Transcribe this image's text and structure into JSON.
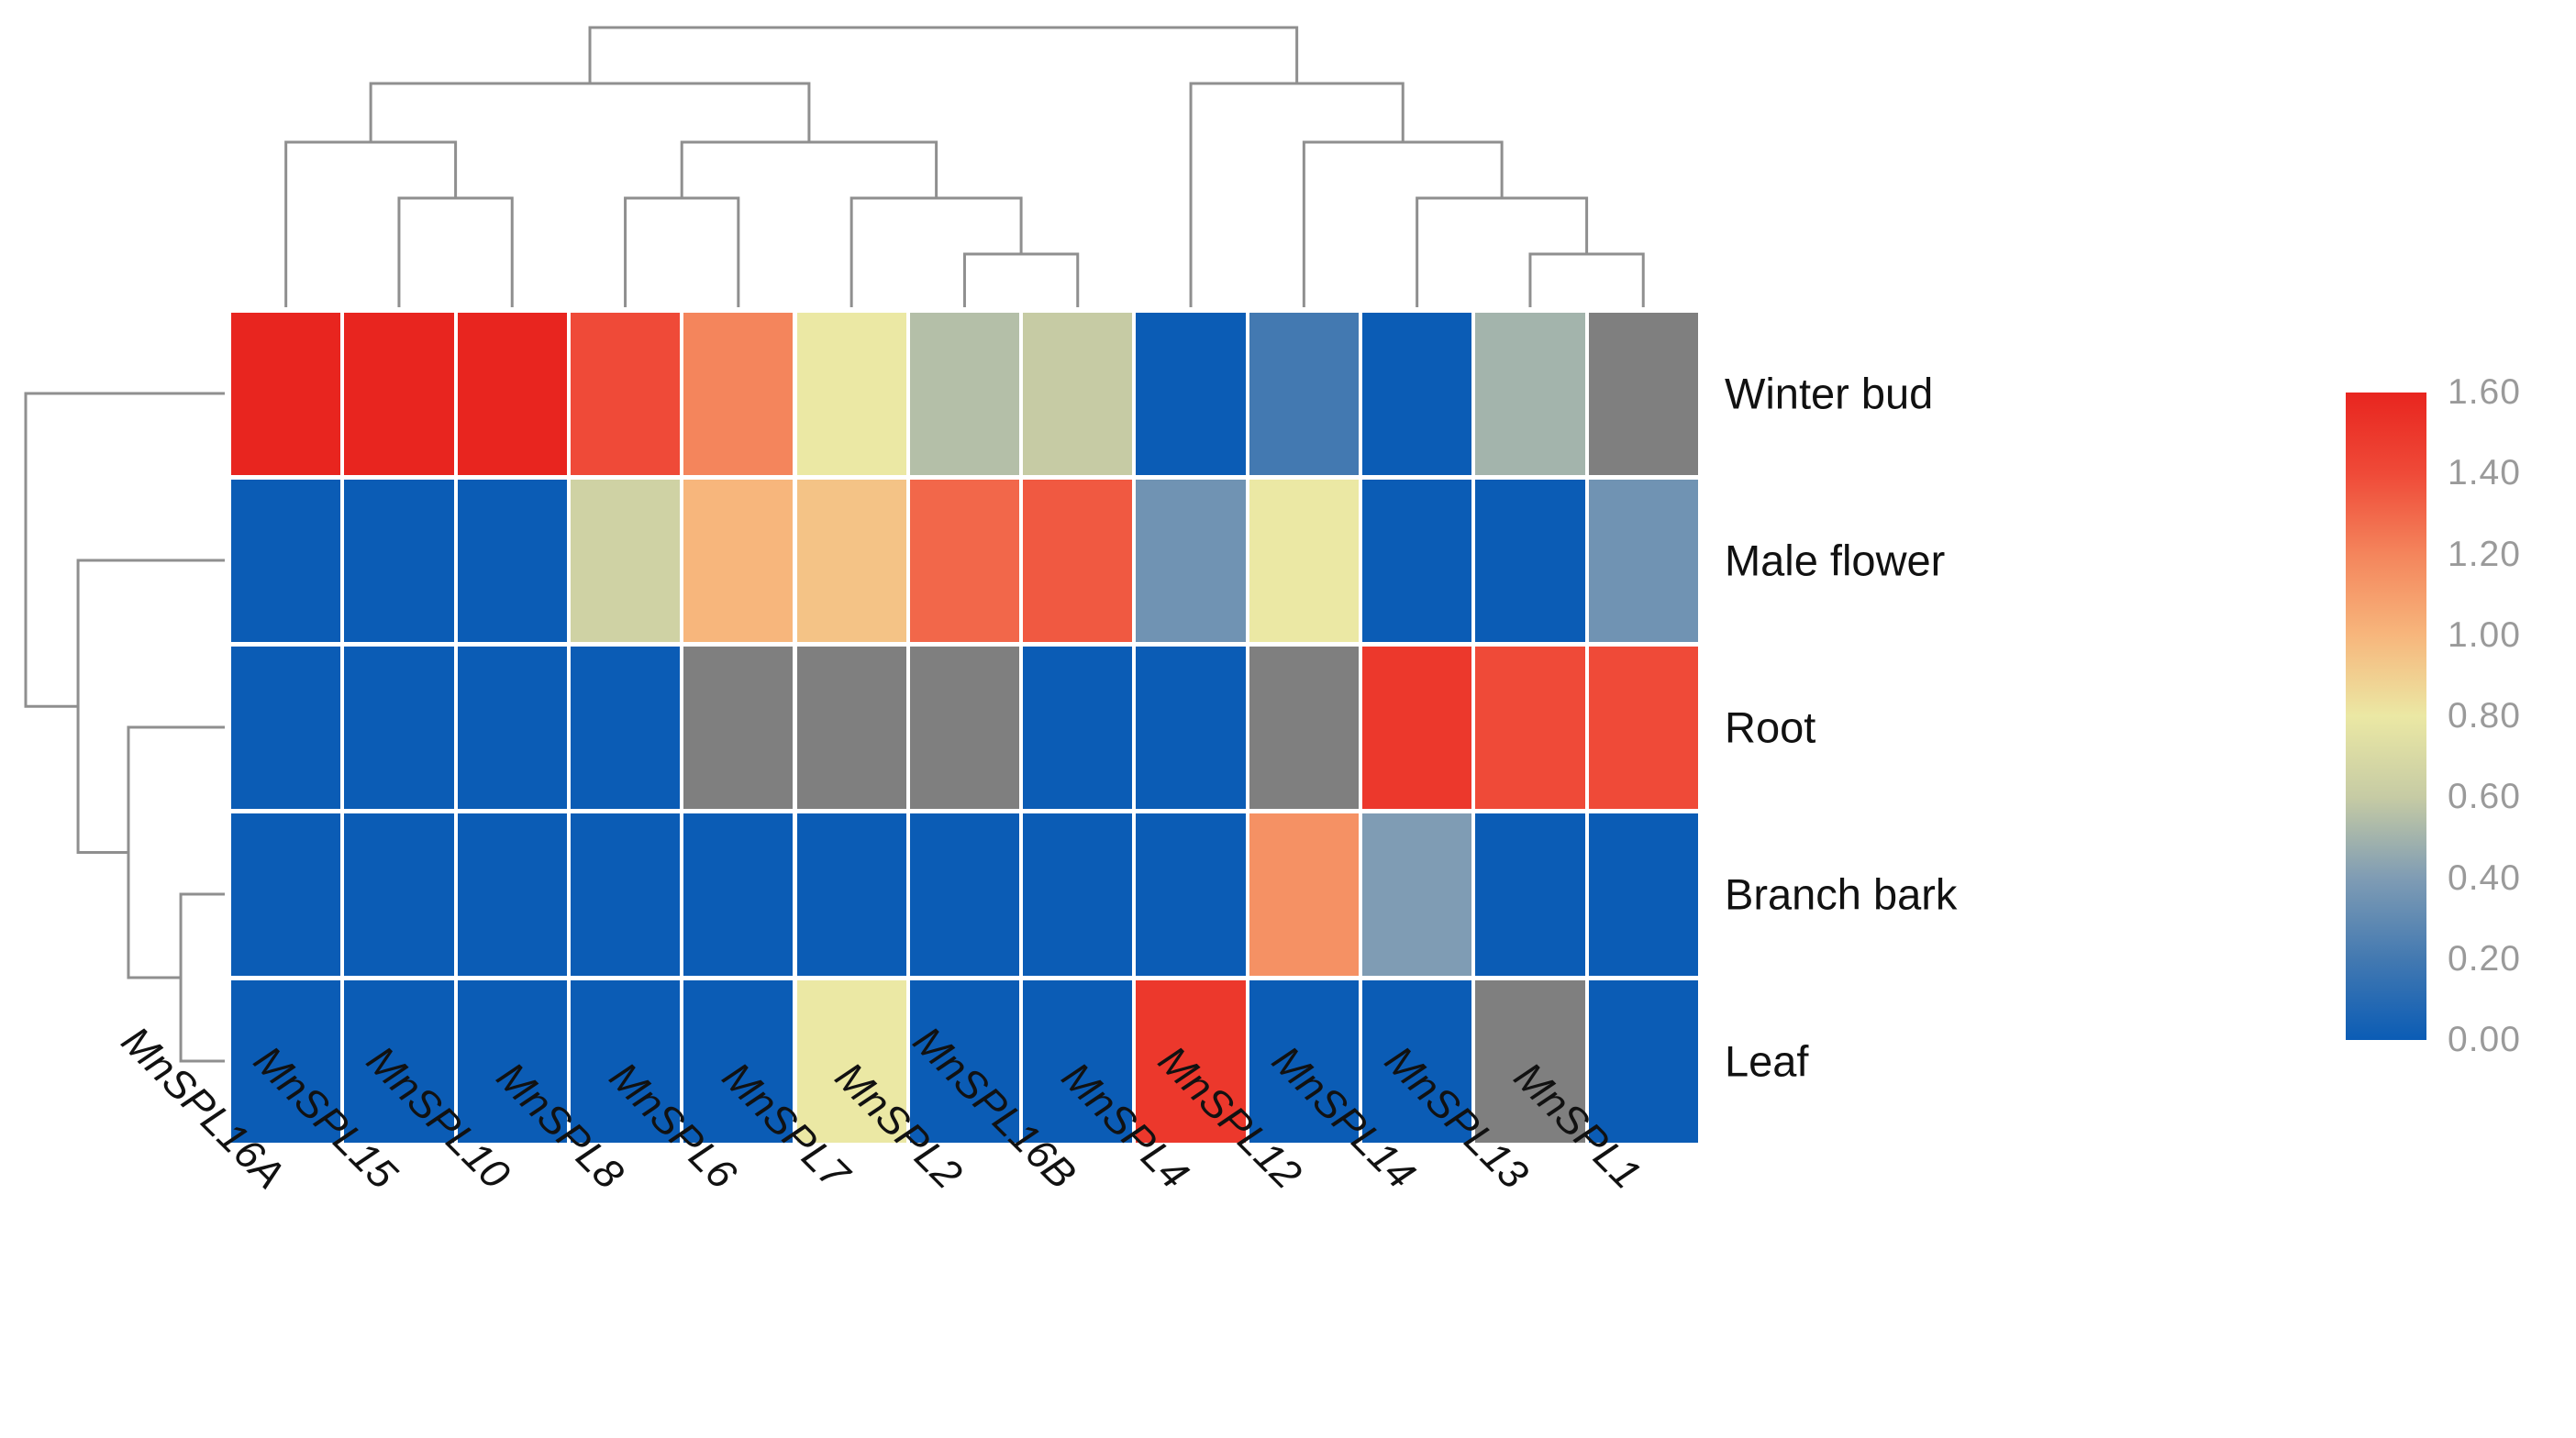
{
  "page": {
    "background": "#ffffff"
  },
  "chart_data": {
    "type": "heatmap",
    "title": "",
    "rows": [
      "Winter bud",
      "Male flower",
      "Root",
      "Branch bark",
      "Leaf"
    ],
    "columns": [
      "MnSPL16A",
      "MnSPL15",
      "MnSPL10",
      "MnSPL8",
      "MnSPL6",
      "MnSPL7",
      "MnSPL2",
      "MnSPL16B",
      "MnSPL4",
      "MnSPL12",
      "MnSPL14",
      "MnSPL13",
      "MnSPL1"
    ],
    "values": [
      [
        1.6,
        1.6,
        1.6,
        1.4,
        1.2,
        0.8,
        0.55,
        0.6,
        0,
        0.2,
        0,
        0.5,
        null
      ],
      [
        0,
        0,
        0,
        0.65,
        1.0,
        0.95,
        1.3,
        1.35,
        0.35,
        0.8,
        0,
        0,
        0.35
      ],
      [
        0,
        0,
        0,
        0,
        null,
        null,
        null,
        0,
        0,
        null,
        1.5,
        1.4,
        1.4
      ],
      [
        0,
        0,
        0,
        0,
        0,
        0,
        0,
        0,
        0,
        1.15,
        0.4,
        0,
        0
      ],
      [
        0,
        0,
        0,
        0,
        0,
        0.8,
        0,
        0,
        1.5,
        0,
        0,
        null,
        0
      ]
    ],
    "na_color": "#7f7f7f",
    "colormap": {
      "stops": [
        0,
        0.2,
        0.4,
        0.6,
        0.8,
        1.0,
        1.2,
        1.4,
        1.6
      ],
      "colors": [
        "#0b5cb5",
        "#4379b1",
        "#7f9cb4",
        "#c6cba4",
        "#ebe8a4",
        "#f7b67c",
        "#f4855c",
        "#ef4a38",
        "#e8251f"
      ]
    },
    "legend": {
      "min": 0,
      "max": 1.6,
      "ticks": [
        "1.60",
        "1.40",
        "1.20",
        "1.00",
        "0.80",
        "0.60",
        "0.40",
        "0.20",
        "0.00"
      ]
    },
    "dendrogram_color": "#8f8f8f",
    "col_dendrogram": {
      "h": 1.0,
      "c": [
        {
          "h": 0.8,
          "c": [
            {
              "h": 0.59,
              "c": [
                0,
                {
                  "h": 0.39,
                  "c": [
                    1,
                    2
                  ]
                }
              ]
            },
            {
              "h": 0.59,
              "c": [
                {
                  "h": 0.39,
                  "c": [
                    3,
                    4
                  ]
                },
                {
                  "h": 0.39,
                  "c": [
                    5,
                    {
                      "h": 0.19,
                      "c": [
                        6,
                        7
                      ]
                    }
                  ]
                }
              ]
            }
          ]
        },
        {
          "h": 0.8,
          "c": [
            8,
            {
              "h": 0.59,
              "c": [
                9,
                {
                  "h": 0.39,
                  "c": [
                    10,
                    {
                      "h": 0.19,
                      "c": [
                        11,
                        12
                      ]
                    }
                  ]
                }
              ]
            }
          ]
        }
      ]
    },
    "row_dendrogram": {
      "h": 1.0,
      "c": [
        0,
        {
          "h": 0.737,
          "c": [
            1,
            {
              "h": 0.484,
              "c": [
                2,
                {
                  "h": 0.221,
                  "c": [
                    3,
                    4
                  ]
                }
              ]
            }
          ]
        }
      ]
    }
  }
}
